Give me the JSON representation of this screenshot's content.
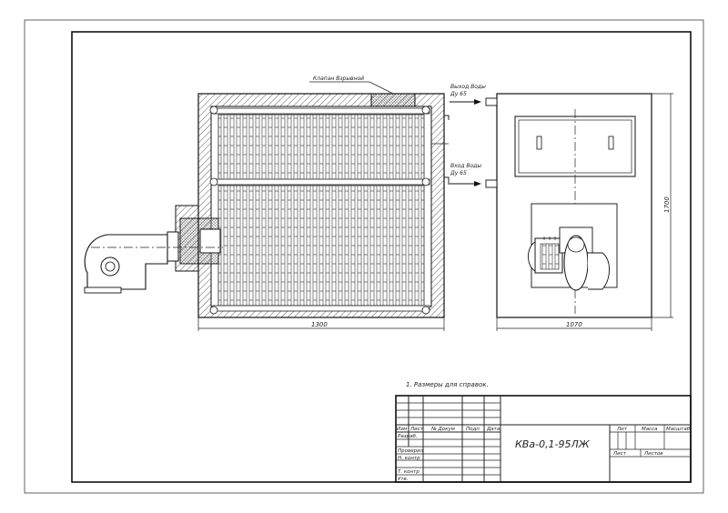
{
  "annotations": {
    "valve": "Клапан Взрывной",
    "water_out": "Выход Воды",
    "water_out_dn": "Ду  65",
    "water_in": "Вход Воды",
    "water_in_dn": "Ду  65"
  },
  "dimensions": {
    "width_front": "1300",
    "width_side": "1070",
    "height_side": "1700"
  },
  "note": "1. Размеры для справок.",
  "title_block": {
    "designation": "КВа-0,1-95ЛЖ",
    "col_izm": "Изм",
    "col_list": "Лист",
    "col_doc": "№ Докум",
    "col_sign": "Подп",
    "col_date": "Дата",
    "row_razrab": "Разраб.",
    "row_proveril": "Проверил",
    "row_nkontr": "Н. контр",
    "row_tkontr": "Т. контр",
    "row_utv": "Утв.",
    "lit": "Лит",
    "mass": "Масса",
    "scale": "Масштаб",
    "sheet": "Лист",
    "sheets": "Листов"
  }
}
